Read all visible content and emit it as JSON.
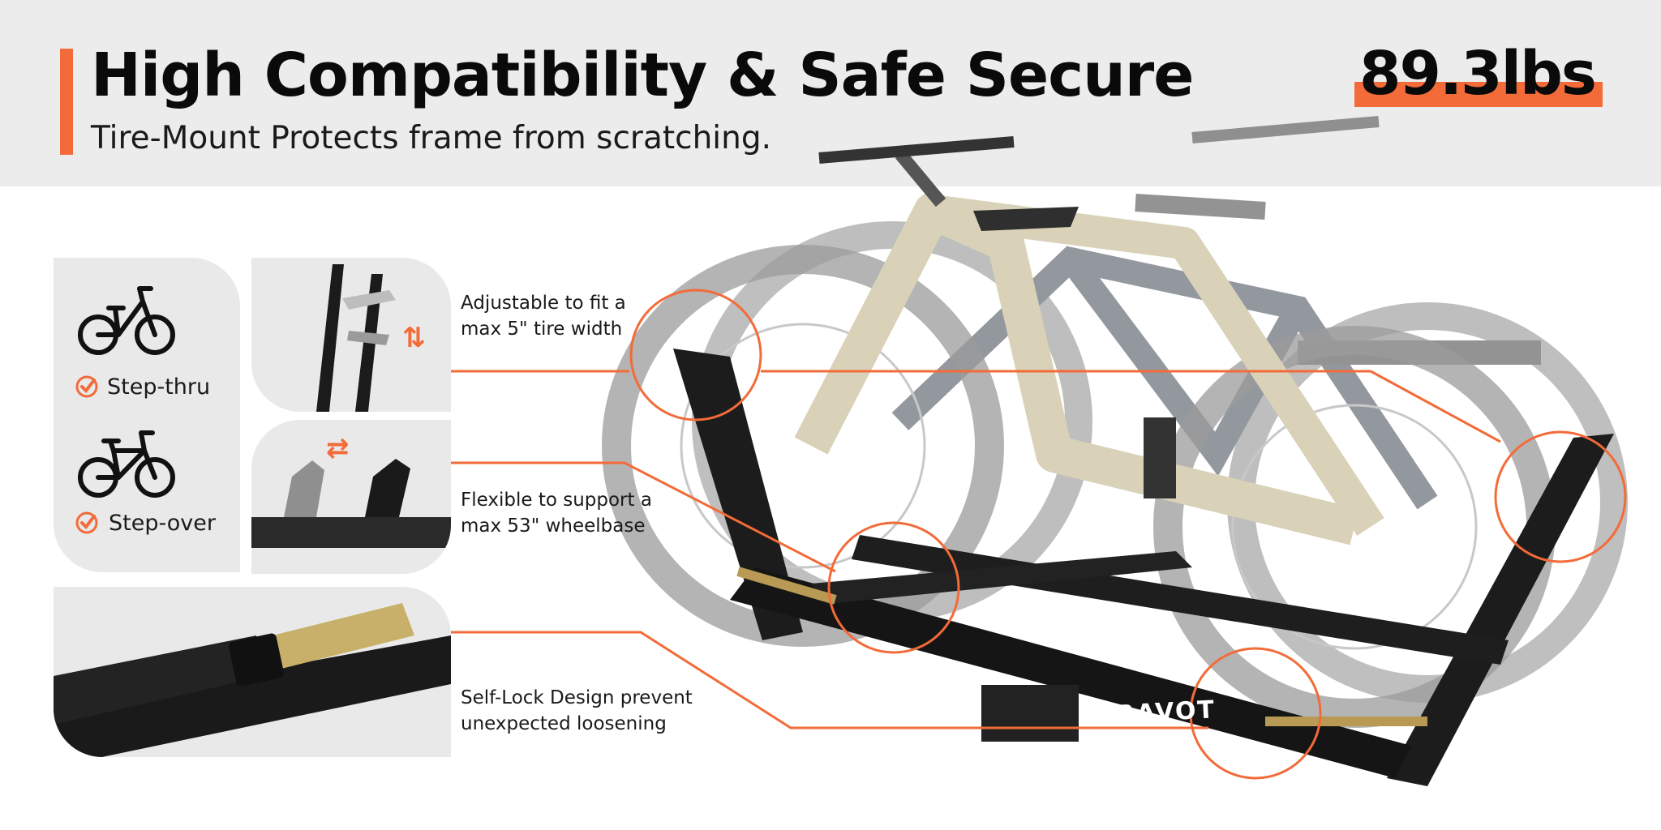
{
  "header": {
    "title": "High Compatibility & Safe Secure",
    "subtitle": "Tire-Mount Protects frame from scratching.",
    "weight": "89.3lbs"
  },
  "bike_types": [
    {
      "label": "Step-thru",
      "icon": "step-thru-bike-icon"
    },
    {
      "label": "Step-over",
      "icon": "step-over-bike-icon"
    }
  ],
  "features": [
    {
      "line1": "Adjustable to fit a",
      "line2": "max 5\" tire width"
    },
    {
      "line1": "Flexible to support a",
      "line2": "max 53\" wheelbase"
    },
    {
      "line1": "Self-Lock Design prevent",
      "line2": "unexpected loosening"
    }
  ],
  "product": {
    "brand": "CRAVOT"
  },
  "colors": {
    "accent": "#f26b38",
    "band": "#ececec",
    "panel": "#e9e9e9",
    "text": "#0a0a0a"
  }
}
